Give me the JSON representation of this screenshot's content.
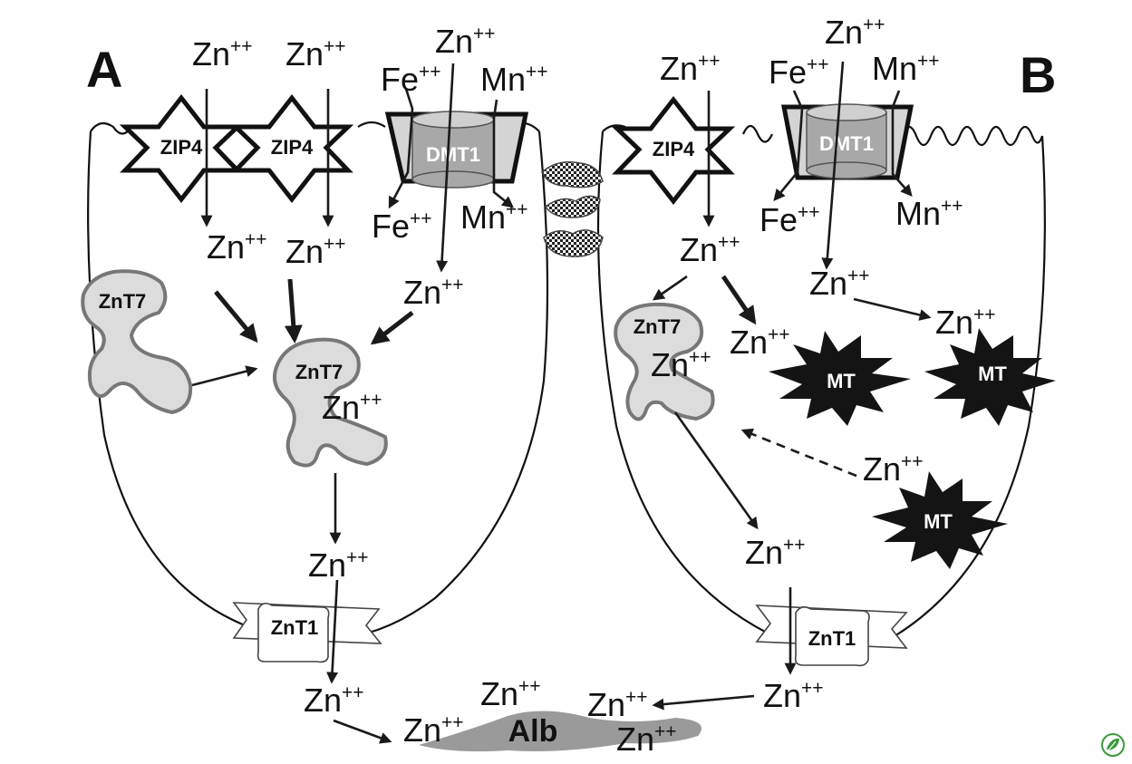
{
  "panels": {
    "a": "A",
    "b": "B"
  },
  "proteins": {
    "zip4": "ZIP4",
    "dmt1": "DMT1",
    "znt7": "ZnT7",
    "znt1": "ZnT1",
    "mt": "MT",
    "alb": "Alb"
  },
  "ions": {
    "zn": "Zn",
    "fe": "Fe",
    "mn": "Mn",
    "charge": "++"
  },
  "colors": {
    "membrane_protein_fill": "#d4d4d4",
    "mt_fill": "#141414",
    "alb_fill": "#9a9a9a",
    "znt1_fill": "#ffffff",
    "logo_green": "#3c9a3c"
  },
  "icons": {
    "logo": "leaf-logo-icon",
    "tight_junction": "tight-junction-icon"
  }
}
